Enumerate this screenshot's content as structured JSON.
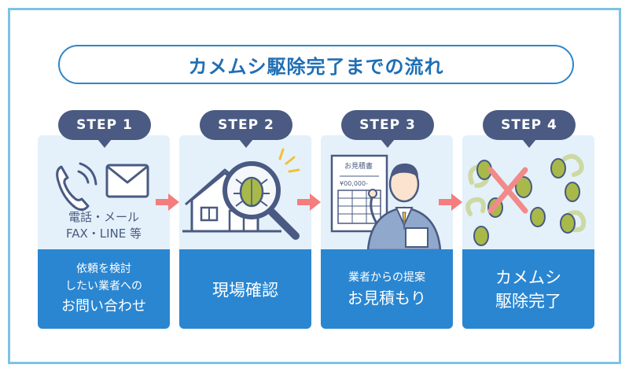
{
  "title": "カメムシ駆除完了までの流れ",
  "steps": [
    {
      "badge": "STEP 1",
      "icon_text": [
        "電話・メール",
        "FAX・LINE 等"
      ],
      "lines": [
        "依頼を検討",
        "したい業者への",
        "お問い合わせ"
      ]
    },
    {
      "badge": "STEP 2",
      "lines": [
        "現場確認"
      ]
    },
    {
      "badge": "STEP 3",
      "doc_title": "お見積書",
      "doc_amount": "¥00,000-",
      "lines": [
        "業者からの提案",
        "お見積もり"
      ]
    },
    {
      "badge": "STEP 4",
      "lines": [
        "カメムシ",
        "駆除完了"
      ]
    }
  ],
  "colors": {
    "frame": "#7cc3e6",
    "title": "#1f6fb5",
    "badge": "#4a5a82",
    "card_bg": "#e4f1fa",
    "card_blue": "#2a86d1",
    "arrow": "#f47d7d"
  }
}
